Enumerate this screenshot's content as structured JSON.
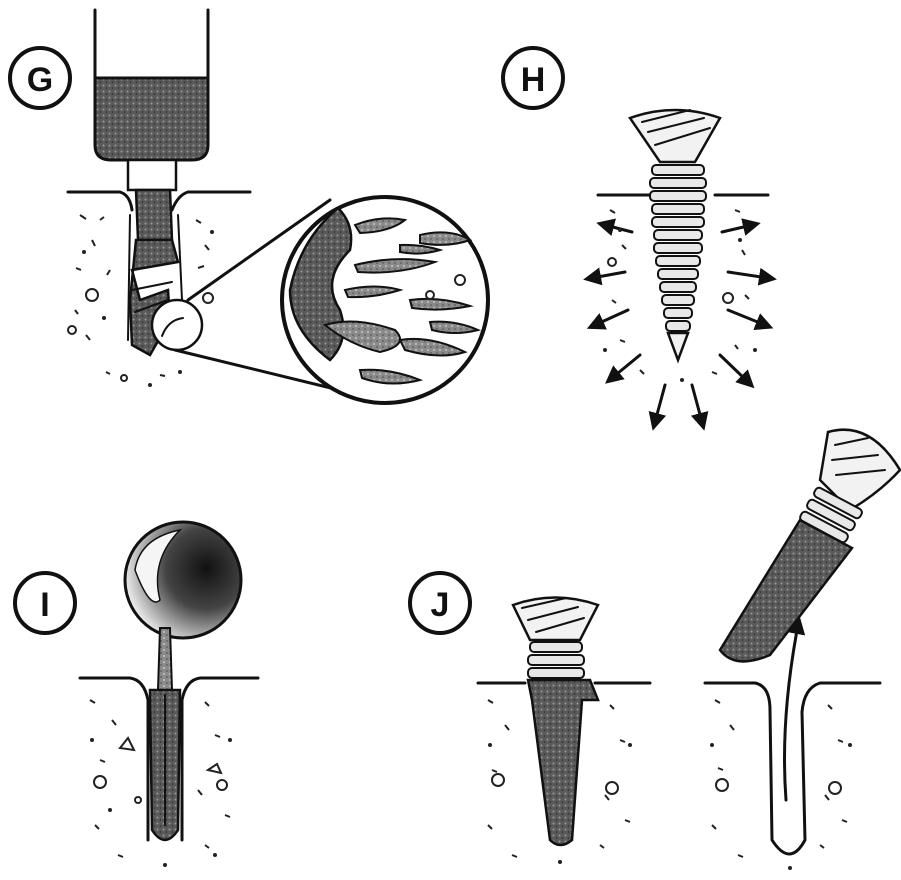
{
  "panels": {
    "g": {
      "label": "G"
    },
    "h": {
      "label": "H"
    },
    "i": {
      "label": "I"
    },
    "j": {
      "label": "J"
    }
  },
  "colors": {
    "ink": "#111111",
    "stipple_dark": "#3a3a3a",
    "stipple_mid": "#7a7a7a",
    "paper": "#ffffff"
  },
  "icons": {
    "drill": "drill-bit-icon",
    "screw": "bone-screw-icon",
    "curette": "curette-spoon-icon",
    "magnifier": "magnified-bone-inset-icon"
  }
}
